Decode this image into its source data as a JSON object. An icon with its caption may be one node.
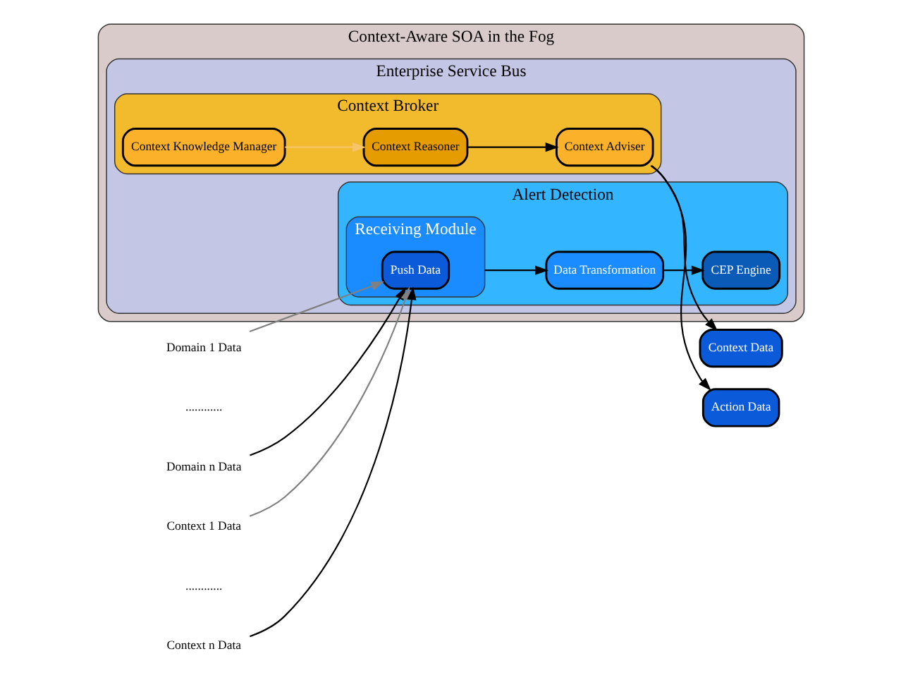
{
  "diagram": {
    "nodes": [
      {
        "text": [
          "Context-Aware SOA in the Fog"
        ]
      },
      {
        "text": [
          "Enterprise Service Bus"
        ],
        "in": 0
      },
      {
        "text": [
          "Alert Detection"
        ],
        "in": 1
      },
      {
        "text": [
          "Receiving Module"
        ],
        "in": 2
      },
      {
        "text": [
          "Push Data"
        ],
        "in": 3
      },
      {
        "text": [
          "Data Transformation"
        ],
        "in": 2
      },
      {
        "text": [
          "CEP Engine"
        ],
        "in": 2
      },
      {
        "text": [
          "Context Broker"
        ],
        "in": 1
      },
      {
        "text": [
          "Context Knowledge Manager"
        ],
        "in": 7
      },
      {
        "text": [
          "Context Adviser"
        ],
        "in": 7
      },
      {
        "text": [
          "Context Reasoner"
        ],
        "in": 7
      },
      {
        "text": [
          "Context Data"
        ]
      },
      {
        "text": [
          "Action Data"
        ]
      },
      {
        "text": [
          "Domain 1 Data"
        ]
      },
      {
        "text": [
          "Domain n Data"
        ]
      },
      {
        "text": [
          "Context 1 Data"
        ]
      },
      {
        "text": [
          "Context n Data"
        ]
      }
    ],
    "edges": [
      {
        "from": 13,
        "to": 4,
        "arrow": "to",
        "color": "#808080"
      },
      {
        "from": 14,
        "to": 4,
        "arrow": "to"
      },
      {
        "from": 15,
        "to": 4,
        "arrow": "to",
        "color": "#808080"
      },
      {
        "from": 16,
        "to": 4,
        "arrow": "to"
      },
      {
        "from": 3,
        "to": 5,
        "arrow": "to"
      },
      {
        "from": 5,
        "to": 6,
        "arrow": "to"
      },
      {
        "from": 8,
        "to": 10,
        "arrow": "to",
        "color": "#f7c46a"
      },
      {
        "from": 10,
        "to": 9,
        "arrow": "to"
      },
      {
        "from": 9,
        "to": 11,
        "arrow": "to"
      },
      {
        "from": 9,
        "to": 12,
        "arrow": "to"
      }
    ],
    "labels": [
      "............",
      "............"
    ]
  }
}
